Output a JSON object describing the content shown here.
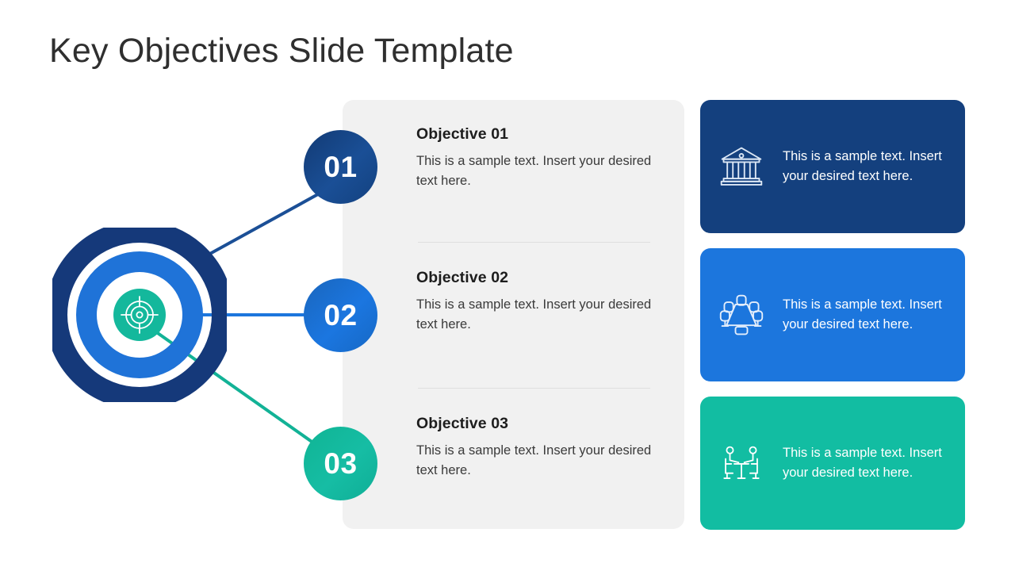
{
  "slide": {
    "title": "Key Objectives Slide Template",
    "background": "#ffffff"
  },
  "target": {
    "icon": "crosshair-target-icon",
    "ring_outer_color": "#15397a",
    "ring_middle_color": "#1f73d8",
    "center_color": "#14b89c",
    "gap_color": "#ffffff"
  },
  "connectors": [
    {
      "name": "connector-line-01",
      "color": "#1b4f96"
    },
    {
      "name": "connector-line-02",
      "color": "#1c76dd"
    },
    {
      "name": "connector-line-03",
      "color": "#12b296"
    }
  ],
  "objectives": [
    {
      "number": "01",
      "title": "Objective 01",
      "body": "This is a sample text. Insert your desired text here.",
      "color": "#14407e"
    },
    {
      "number": "02",
      "title": "Objective 02",
      "body": "This is a sample text. Insert your desired text here.",
      "color": "#1c76dd"
    },
    {
      "number": "03",
      "title": "Objective 03",
      "body": "This is a sample text. Insert your desired text here.",
      "color": "#12bda2"
    }
  ],
  "cards": [
    {
      "icon": "bank-building-icon",
      "text": "This is a sample text. Insert your desired text here.",
      "color": "#14407e"
    },
    {
      "icon": "conference-table-meeting-icon",
      "text": "This is a sample text. Insert your desired text here.",
      "color": "#1c76dd"
    },
    {
      "icon": "two-people-table-discussion-icon",
      "text": "This is a sample text. Insert your desired text here.",
      "color": "#12bda2"
    }
  ]
}
